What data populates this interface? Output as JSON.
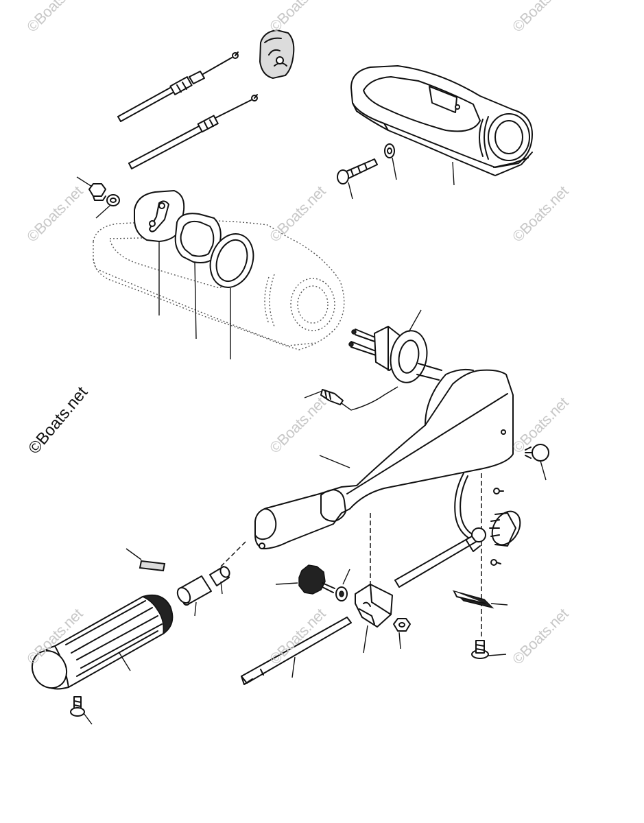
{
  "watermark": {
    "text": "©Boats.net",
    "color": "#c8c8c8",
    "dark_color": "#111111"
  },
  "parts": [
    {
      "name": "throttle-cable-upper"
    },
    {
      "name": "throttle-cable-lower"
    },
    {
      "name": "cable-clamp-block"
    },
    {
      "name": "tiller-handle-bracket-upper"
    },
    {
      "name": "bracket-bolt"
    },
    {
      "name": "bracket-washer"
    },
    {
      "name": "hex-nut-left"
    },
    {
      "name": "flat-washer-left"
    },
    {
      "name": "cable-plate"
    },
    {
      "name": "gasket"
    },
    {
      "name": "o-ring-seal"
    },
    {
      "name": "tiller-handle-bracket-ghost"
    },
    {
      "name": "stop-switch-assembly"
    },
    {
      "name": "grommet"
    },
    {
      "name": "small-screw-fitting"
    },
    {
      "name": "tiller-arm"
    },
    {
      "name": "plug-cap"
    },
    {
      "name": "throttle-shaft"
    },
    {
      "name": "throttle-pulley"
    },
    {
      "name": "label-decal-left"
    },
    {
      "name": "collar-bushing"
    },
    {
      "name": "spacer-small"
    },
    {
      "name": "friction-knob"
    },
    {
      "name": "knob-washer"
    },
    {
      "name": "friction-block"
    },
    {
      "name": "block-nut"
    },
    {
      "name": "shift-rod"
    },
    {
      "name": "cable-retainer"
    },
    {
      "name": "retainer-screw"
    },
    {
      "name": "twist-grip"
    },
    {
      "name": "grip-screw"
    }
  ]
}
